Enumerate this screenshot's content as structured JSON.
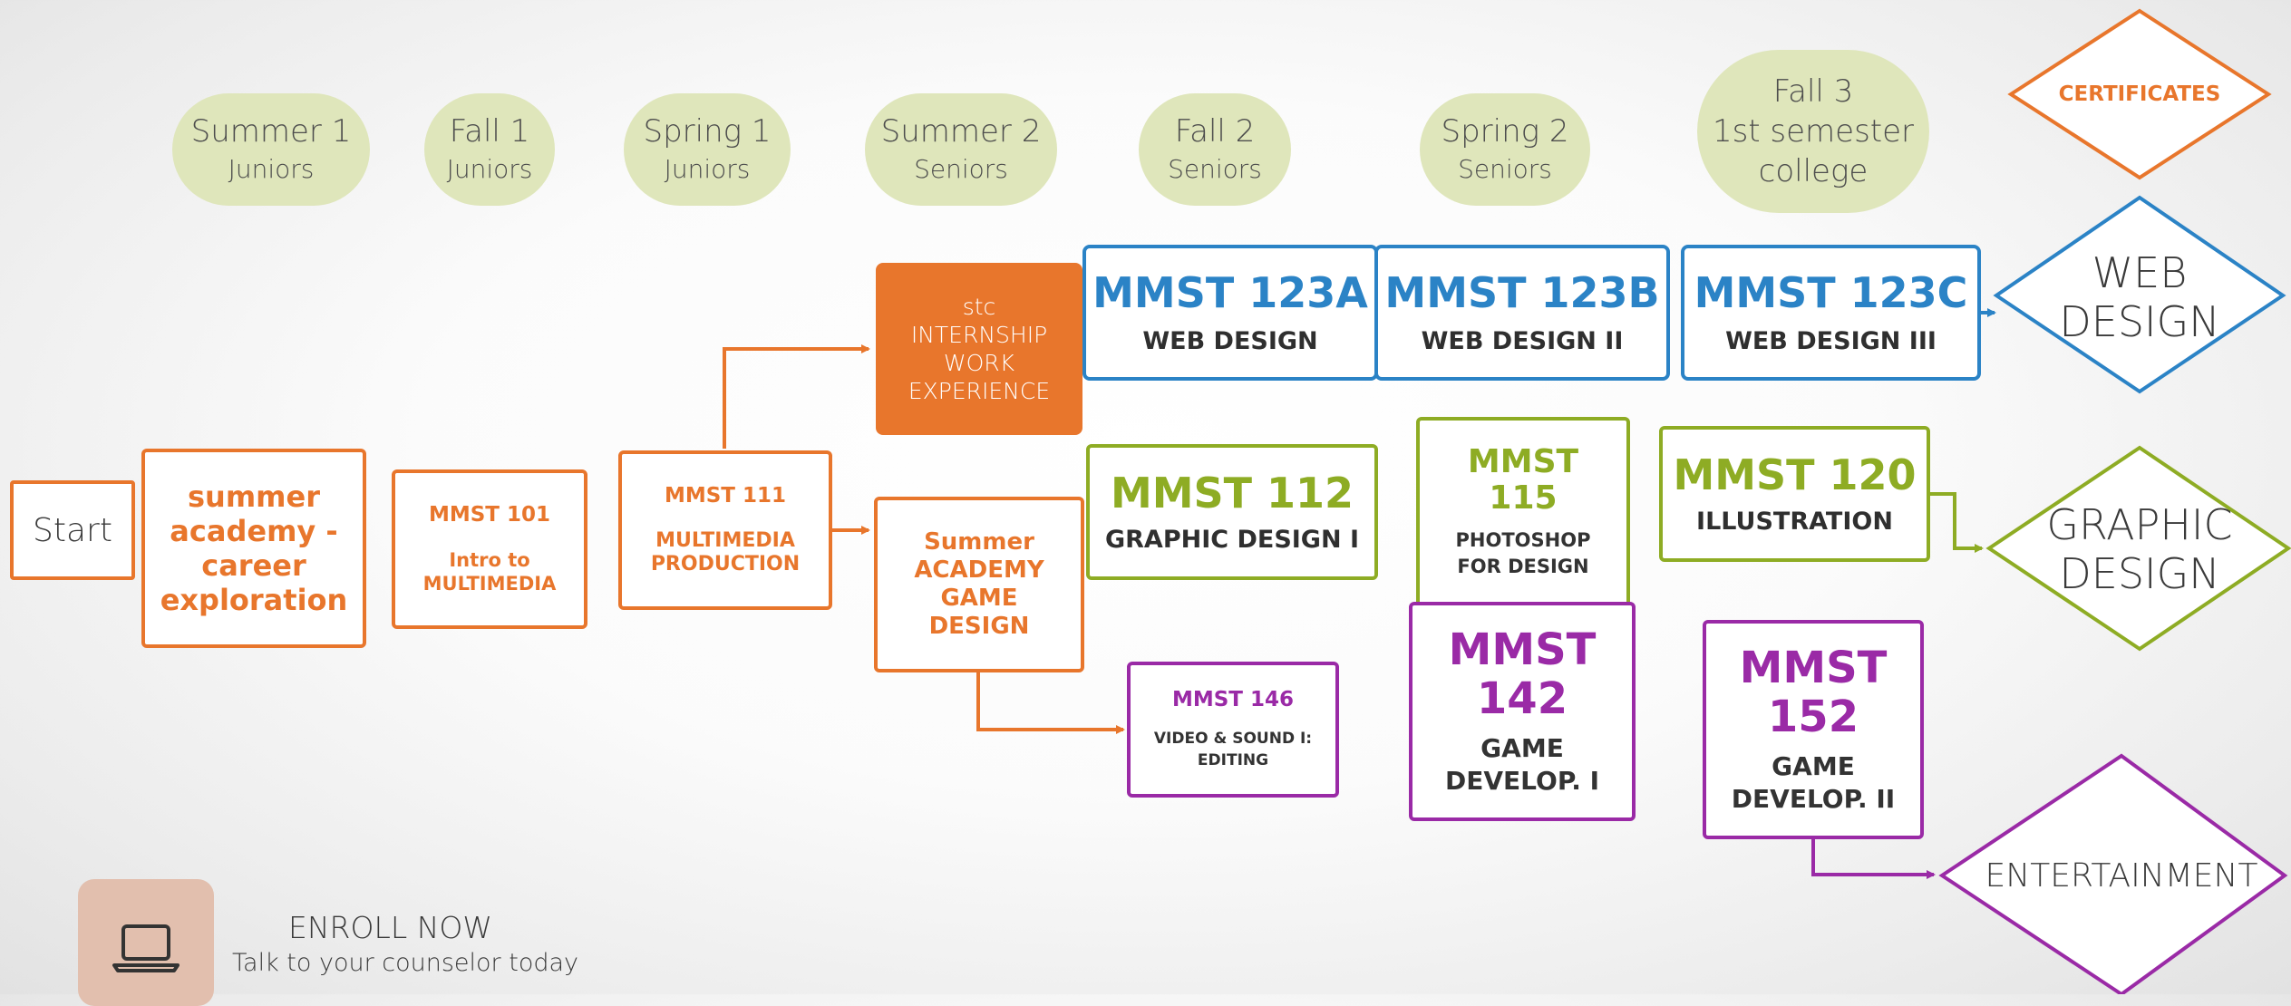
{
  "semesters": [
    {
      "title": "Summer 1",
      "sub": "Juniors"
    },
    {
      "title": "Fall 1",
      "sub": "Juniors"
    },
    {
      "title": "Spring 1",
      "sub": "Juniors"
    },
    {
      "title": "Summer 2",
      "sub": "Seniors"
    },
    {
      "title": "Fall 2",
      "sub": "Seniors"
    },
    {
      "title": "Spring 2",
      "sub": "Seniors"
    },
    {
      "title": "Fall 3",
      "sub1": "1st semester",
      "sub2": "college"
    }
  ],
  "start": "Start",
  "courses": {
    "summer_academy": "summer academy - career exploration",
    "mmst101": {
      "code": "MMST 101",
      "title1": "Intro to",
      "title2": "MULTIMEDIA"
    },
    "mmst111": {
      "code": "MMST 111",
      "title1": "MULTIMEDIA",
      "title2": "PRODUCTION"
    },
    "internship": {
      "line1": "stc",
      "line2": "INTERNSHIP",
      "line3": "WORK",
      "line4": "EXPERIENCE"
    },
    "summer_game": {
      "line1": "Summer",
      "line2": "ACADEMY",
      "line3": "GAME",
      "line4": "DESIGN"
    },
    "mmst123a": {
      "code": "MMST 123A",
      "title": "WEB DESIGN"
    },
    "mmst123b": {
      "code": "MMST 123B",
      "title": "WEB DESIGN II"
    },
    "mmst123c": {
      "code": "MMST 123C",
      "title": "WEB DESIGN III"
    },
    "mmst112": {
      "code": "MMST 112",
      "title": "GRAPHIC DESIGN I"
    },
    "mmst115": {
      "code1": "MMST",
      "code2": "115",
      "title1": "PHOTOSHOP",
      "title2": "FOR DESIGN"
    },
    "mmst120": {
      "code": "MMST 120",
      "title": "ILLUSTRATION"
    },
    "mmst146": {
      "code": "MMST 146",
      "title1": "VIDEO & SOUND I:",
      "title2": "EDITING"
    },
    "mmst142": {
      "code1": "MMST",
      "code2": "142",
      "title1": "GAME",
      "title2": "DEVELOP. I"
    },
    "mmst152": {
      "code1": "MMST",
      "code2": "152",
      "title1": "GAME",
      "title2": "DEVELOP. II"
    }
  },
  "certificates": {
    "header": "CERTIFICATES",
    "web1": "WEB",
    "web2": "DESIGN",
    "graphic1": "GRAPHIC",
    "graphic2": "DESIGN",
    "entertainment": "ENTERTAINMENT"
  },
  "enroll": {
    "title": "ENROLL NOW",
    "subtitle": "Talk to your counselor today",
    "icon": "laptop-icon"
  },
  "colors": {
    "orange": "#e8762c",
    "blue": "#2b83c6",
    "green": "#8eac24",
    "purple": "#9a2aa6",
    "pill": "#dfe6bb"
  }
}
